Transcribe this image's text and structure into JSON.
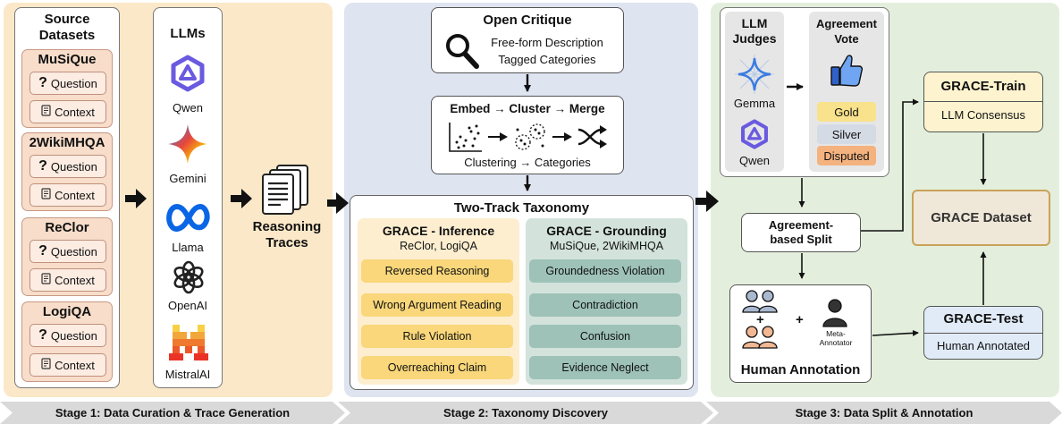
{
  "stage1": {
    "source_title": "Source Datasets",
    "datasets": [
      {
        "name": "MuSiQue",
        "question": "Question",
        "context": "Context"
      },
      {
        "name": "2WikiMHQA",
        "question": "Question",
        "context": "Context"
      },
      {
        "name": "ReClor",
        "question": "Question",
        "context": "Context"
      },
      {
        "name": "LogiQA",
        "question": "Question",
        "context": "Context"
      }
    ],
    "llms_title": "LLMs",
    "llms": [
      "Qwen",
      "Gemini",
      "Llama",
      "OpenAI",
      "MistralAI"
    ],
    "traces_label": "Reasoning Traces"
  },
  "stage2": {
    "critique": {
      "title": "Open Critique",
      "line1": "Free-form Description",
      "line2": "Tagged Categories"
    },
    "cluster": {
      "title": "Embed → Cluster → Merge",
      "caption": "Clustering → Categories"
    },
    "taxonomy_title": "Two-Track Taxonomy",
    "inference": {
      "title": "GRACE - Inference",
      "subtitle": "ReClor, LogiQA",
      "items": [
        "Reversed Reasoning",
        "Wrong Argument Reading",
        "Rule Violation",
        "Overreaching Claim"
      ]
    },
    "grounding": {
      "title": "GRACE - Grounding",
      "subtitle": "MuSiQue, 2WikiMHQA",
      "items": [
        "Groundedness Violation",
        "Contradiction",
        "Confusion",
        "Evidence Neglect"
      ]
    }
  },
  "stage3": {
    "judges_title": "LLM Judges",
    "judges": [
      "Gemma",
      "Qwen"
    ],
    "vote_title": "Agreement Vote",
    "votes": [
      "Gold",
      "Silver",
      "Disputed"
    ],
    "split_label": "Agreement-based Split",
    "human": {
      "title": "Human Annotation",
      "meta": "Meta-Annotator",
      "plus": "+"
    },
    "train": {
      "title": "GRACE-Train",
      "sub": "LLM Consensus"
    },
    "dataset_label": "GRACE Dataset",
    "test": {
      "title": "GRACE-Test",
      "sub": "Human Annotated"
    }
  },
  "stages": [
    "Stage 1: Data Curation & Trace Generation",
    "Stage 2: Taxonomy Discovery",
    "Stage 3: Data Split & Annotation"
  ],
  "colors": {
    "stage1_bg": "#fbe8c8",
    "stage2_bg": "#dfe4f1",
    "stage3_bg": "#e3efdc",
    "gold": "#f9e28c",
    "silver": "#d5dbe5",
    "disputed": "#f4b27f",
    "inference_chip": "#f9d77a",
    "grounding_chip": "#9ec2b8"
  }
}
